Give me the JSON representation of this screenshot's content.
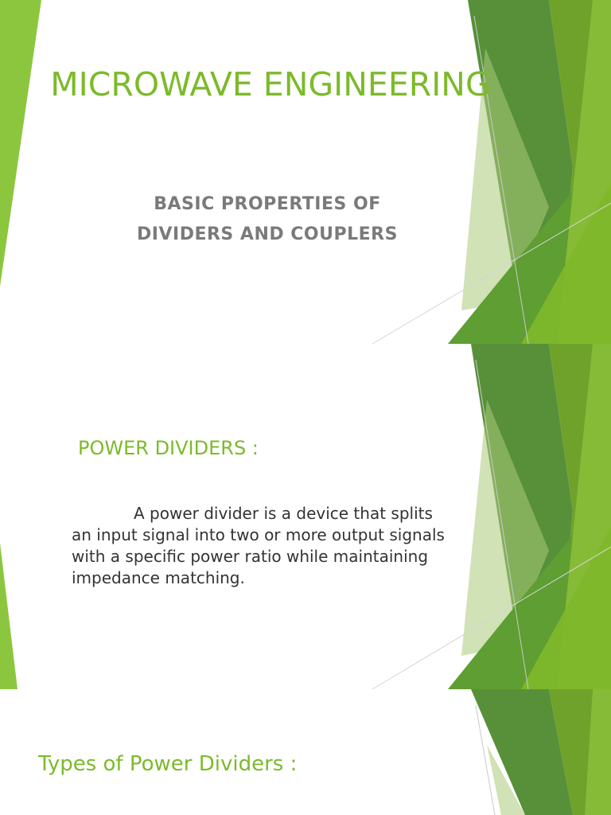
{
  "slides": [
    {
      "title": "MICROWAVE ENGINEERING",
      "subtitle_line1": "BASIC PROPERTIES OF",
      "subtitle_line2": "DIVIDERS AND COUPLERS"
    },
    {
      "heading": "POWER DIVIDERS :",
      "body": "A power divider is a device that splits an input signal into two or more output signals with a specific power ratio while maintaining impedance matching."
    },
    {
      "heading": "Types of Power Dividers :"
    }
  ],
  "colors": {
    "accent_green": "#7cba2a",
    "subtitle_gray": "#7a7a7a",
    "body_text": "#333333"
  }
}
